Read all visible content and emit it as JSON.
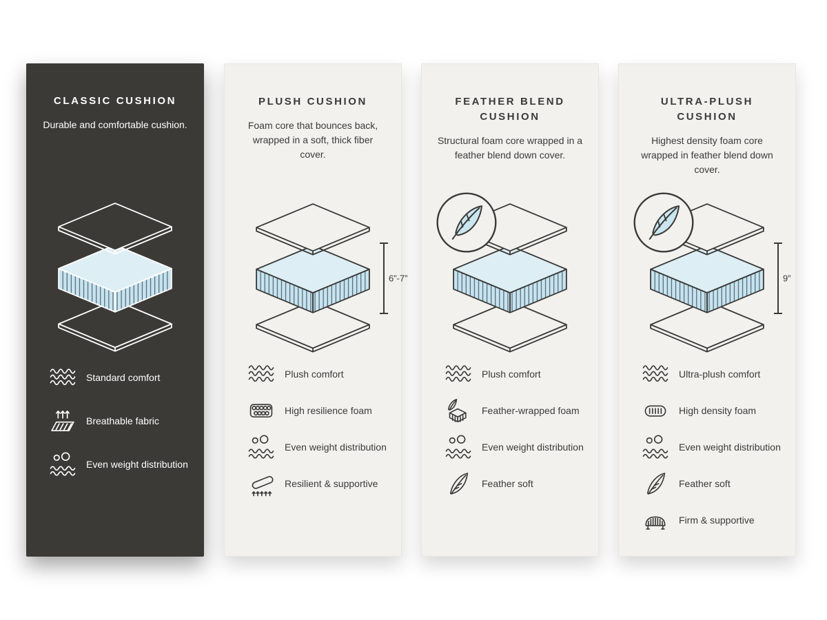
{
  "colors": {
    "dark_card_bg": "#3b3a37",
    "light_card_bg": "#f2f1ee",
    "ink": "#3a3a38",
    "foam_blue_side": "#c6e3ef",
    "foam_blue_top": "#ddeef5",
    "feather_fill": "#cbe6f0"
  },
  "cards": [
    {
      "id": "classic",
      "theme": "dark",
      "title": "CLASSIC CUSHION",
      "description": "Durable and comfortable cushion.",
      "has_feather_badge": false,
      "features": [
        {
          "icon": "waves-icon",
          "label": "Standard comfort"
        },
        {
          "icon": "breathable-icon",
          "label": "Breathable fabric"
        },
        {
          "icon": "even-weight-icon",
          "label": "Even weight distribution"
        }
      ]
    },
    {
      "id": "plush",
      "theme": "light",
      "title": "PLUSH CUSHION",
      "description": "Foam core that bounces back, wrapped in a soft, thick fiber cover.",
      "dimension": "6”-7”",
      "has_feather_badge": false,
      "features": [
        {
          "icon": "waves-icon",
          "label": "Plush comfort"
        },
        {
          "icon": "foam-cells-icon",
          "label": "High resilience foam"
        },
        {
          "icon": "even-weight-icon",
          "label": "Even weight distribution"
        },
        {
          "icon": "resilient-icon",
          "label": "Resilient & supportive"
        }
      ]
    },
    {
      "id": "feather-blend",
      "theme": "light",
      "title": "FEATHER BLEND CUSHION",
      "description": "Structural foam core wrapped in a feather blend down cover.",
      "has_feather_badge": true,
      "features": [
        {
          "icon": "waves-icon",
          "label": "Plush comfort"
        },
        {
          "icon": "feather-foam-icon",
          "label": "Feather-wrapped foam"
        },
        {
          "icon": "even-weight-icon",
          "label": "Even weight distribution"
        },
        {
          "icon": "feather-icon",
          "label": "Feather soft"
        }
      ]
    },
    {
      "id": "ultra-plush",
      "theme": "light",
      "title": "ULTRA-PLUSH CUSHION",
      "description": "Highest density foam core wrapped in feather blend down cover.",
      "dimension": "9”",
      "has_feather_badge": true,
      "features": [
        {
          "icon": "waves-icon",
          "label": "Ultra-plush comfort"
        },
        {
          "icon": "density-foam-icon",
          "label": "High density foam"
        },
        {
          "icon": "even-weight-icon",
          "label": "Even weight distribution"
        },
        {
          "icon": "feather-icon",
          "label": "Feather soft"
        },
        {
          "icon": "firm-icon",
          "label": "Firm & supportive"
        }
      ]
    }
  ]
}
